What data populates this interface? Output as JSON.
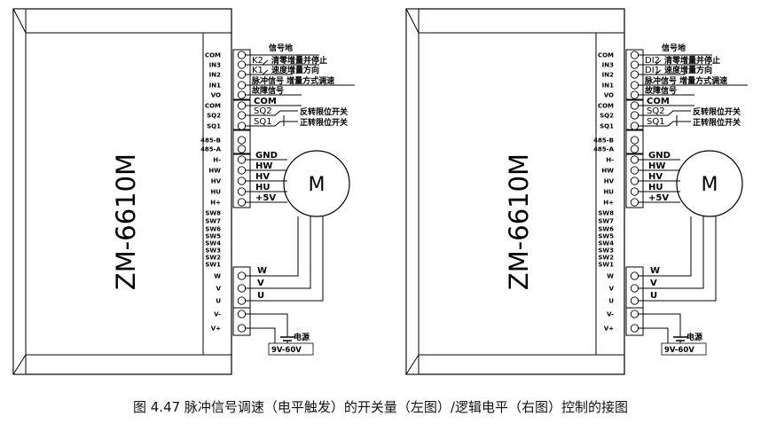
{
  "panels": [
    {
      "id": "left",
      "model": "ZM-6610M",
      "motor_label": "M",
      "pins": [
        "COM",
        "IN3",
        "IN2",
        "IN1",
        "VO",
        "COM",
        "SQ2",
        "SQ1",
        "485-B",
        "485-A",
        "H-",
        "HW",
        "HV",
        "HU",
        "H+",
        "SW8",
        "SW7",
        "SW6",
        "SW5",
        "SW4",
        "SW3",
        "SW2",
        "SW1",
        "W",
        "V",
        "U",
        "V-",
        "V+"
      ],
      "wires": {
        "signal_ground": "信号地",
        "k2": "K2",
        "k2_desc": "清零增量并停止",
        "k1": "K1",
        "k1_desc": "速度增量方向",
        "pulse": "脉冲信号  增量方式调速",
        "fault": "故障信号",
        "com": "COM",
        "sq2": "SQ2",
        "sq2_desc": "反转限位开关",
        "sq1": "SQ1",
        "sq1_desc": "正转限位开关",
        "gnd": "GND",
        "hw": "HW",
        "hv": "HV",
        "hu": "HU",
        "p5v": "+5V",
        "w": "W",
        "v": "V",
        "u": "U",
        "power": "电源",
        "voltage": "9V-60V"
      }
    },
    {
      "id": "right",
      "model": "ZM-6610M",
      "motor_label": "M",
      "pins": [
        "COM",
        "IN3",
        "IN2",
        "IN1",
        "VO",
        "COM",
        "SQ2",
        "SQ1",
        "485-B",
        "485-A",
        "H-",
        "HW",
        "HV",
        "HU",
        "H+",
        "SW8",
        "SW7",
        "SW6",
        "SW5",
        "SW4",
        "SW3",
        "SW2",
        "SW1",
        "W",
        "V",
        "U",
        "V-",
        "V+"
      ],
      "wires": {
        "signal_ground": "信号地",
        "k2": "DI2",
        "k2_desc": "清零增量并停止",
        "k1": "DI1",
        "k1_desc": "速度增量方向",
        "pulse": "脉冲信号  增量方式调速",
        "fault": "故障信号",
        "com": "COM",
        "sq2": "SQ2",
        "sq2_desc": "反转限位开关",
        "sq1": "SQ1",
        "sq1_desc": "正转限位开关",
        "gnd": "GND",
        "hw": "HW",
        "hv": "HV",
        "hu": "HU",
        "p5v": "+5V",
        "w": "W",
        "v": "V",
        "u": "U",
        "power": "电源",
        "voltage": "9V-60V"
      }
    }
  ],
  "caption": "图 4.47 脉冲信号调速（电平触发）的开关量（左图）/逻辑电平（右图）控制的接图"
}
